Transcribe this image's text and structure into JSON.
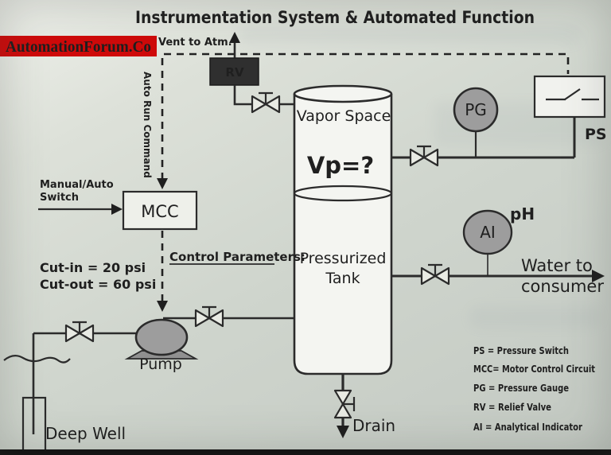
{
  "title": "Instrumentation System & Automated Function",
  "banner": {
    "text": "AutomationForum.Co",
    "bg": "#cf0a0a",
    "fg": "#ffffff"
  },
  "colors": {
    "line": "#2b2b2b",
    "instrument_fill": "#9d9d9d",
    "rv_fill": "#2f2f2f",
    "box_fill": "#f1f2ee",
    "tank_fill": "#f4f5f1"
  },
  "diagram": {
    "vent_label": "Vent to Atm.",
    "auto_run_label": "Auto Run Command",
    "rv_label": "RV",
    "vapor_space_label": "Vapor Space",
    "vp_label": "Vp=?",
    "pg_label": "PG",
    "ps_label": "PS",
    "manual_auto_line1": "Manual/Auto",
    "manual_auto_line2": "Switch",
    "mcc_label": "MCC",
    "control_parameters_label": "Control Parameters:",
    "cut_in_label": "Cut-in = 20 psi",
    "cut_out_label": "Cut-out = 60 psi",
    "tank_line1": "Pressurized",
    "tank_line2": "Tank",
    "ai_label": "AI",
    "ph_label": "pH",
    "water_line1": "Water to",
    "water_line2": "consumer",
    "pump_label": "Pump",
    "deep_well_label": "Deep Well",
    "drain_label": "Drain"
  },
  "legend": {
    "items": [
      "PS = Pressure Switch",
      "MCC= Motor Control Circuit",
      "PG = Pressure Gauge",
      "RV = Relief Valve",
      "AI = Analytical Indicator"
    ]
  }
}
